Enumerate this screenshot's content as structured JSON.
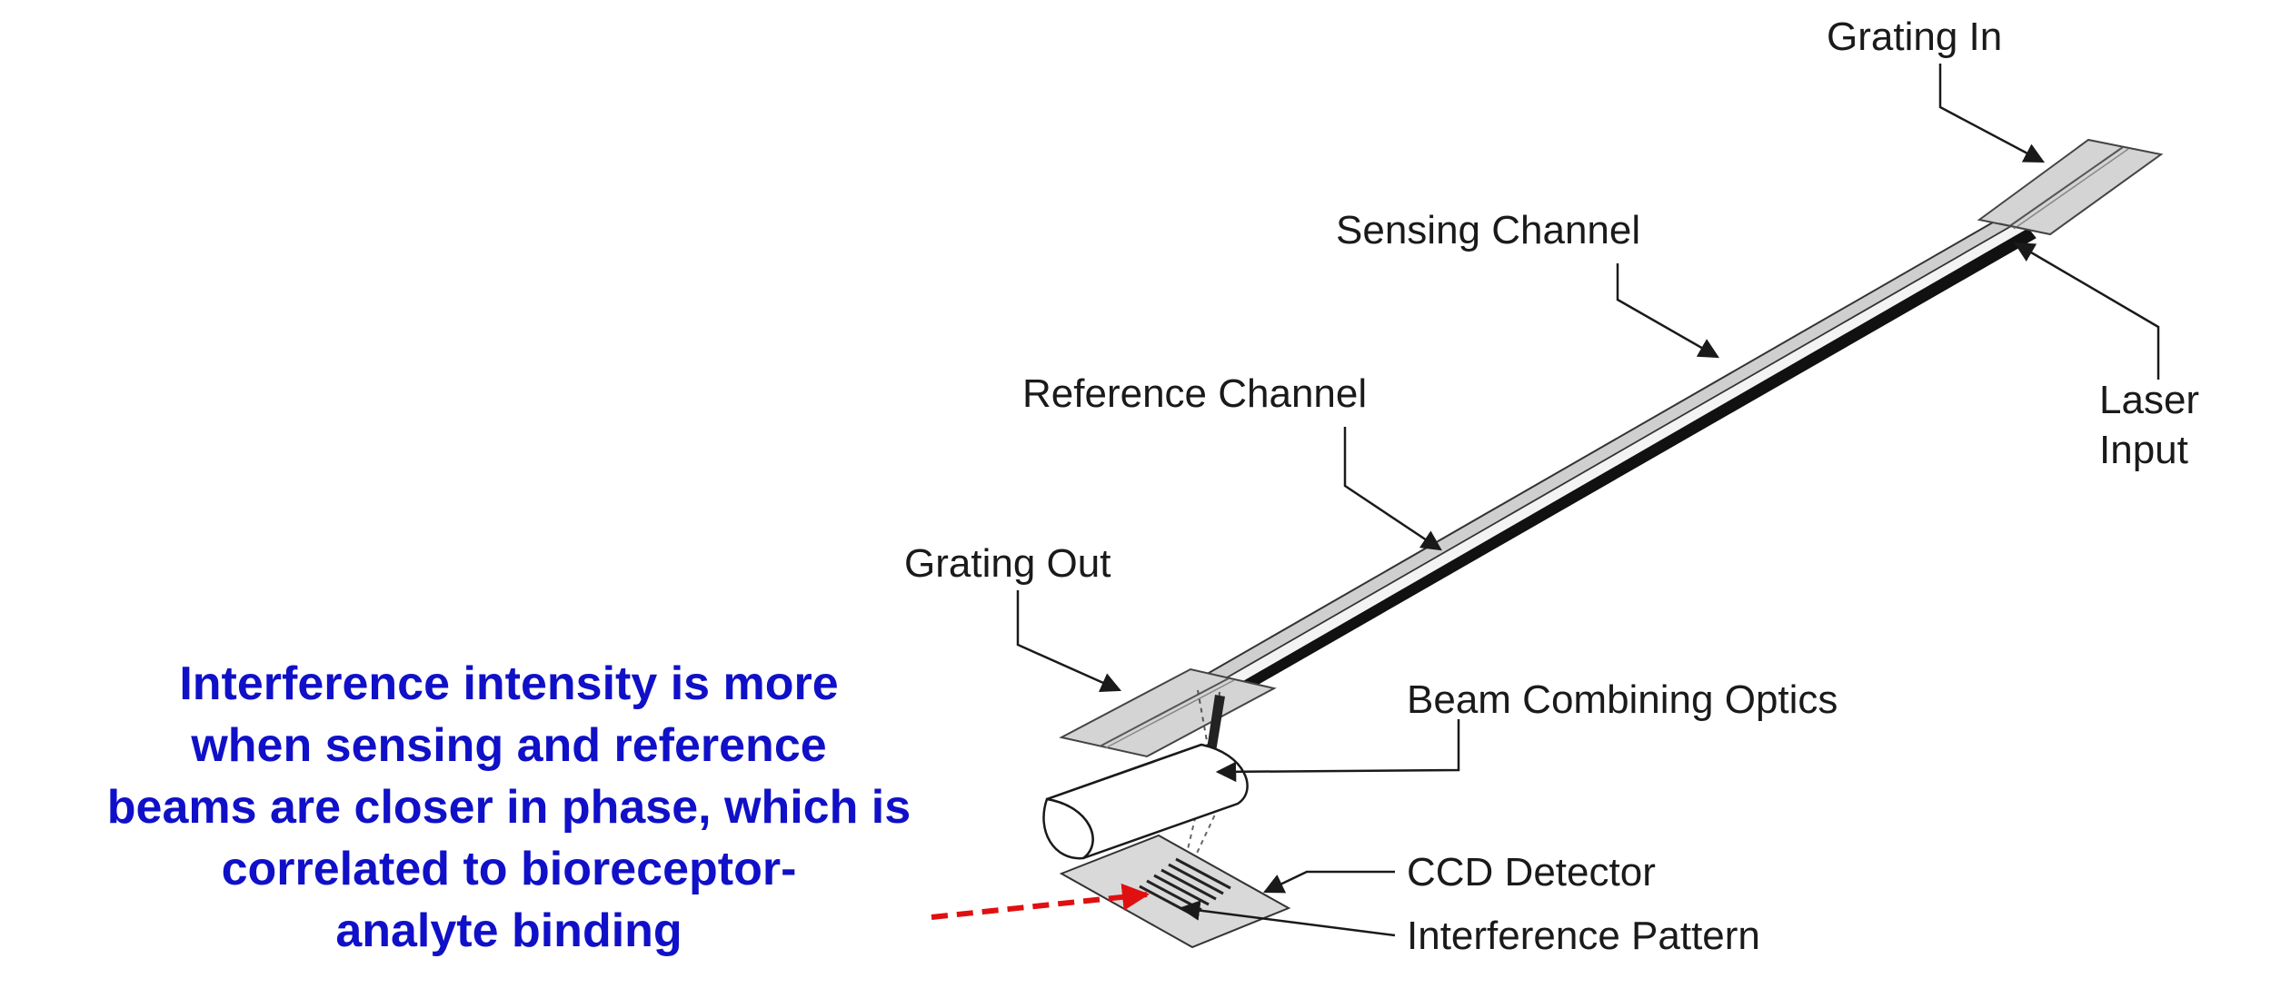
{
  "labels": {
    "grating_in": "Grating In",
    "sensing_channel": "Sensing Channel",
    "reference_channel": "Reference Channel",
    "laser_input_1": "Laser",
    "laser_input_2": "Input",
    "grating_out": "Grating Out",
    "beam_combining_optics": "Beam Combining Optics",
    "ccd_detector": "CCD Detector",
    "interference_pattern": "Interference Pattern"
  },
  "annotation": {
    "lines": [
      "Interference intensity is more",
      "when sensing and reference",
      "beams are closer in phase, which is",
      "correlated to bioreceptor-",
      "analyte binding"
    ],
    "color": "#1010c8",
    "arrow_color": "#e01010"
  }
}
